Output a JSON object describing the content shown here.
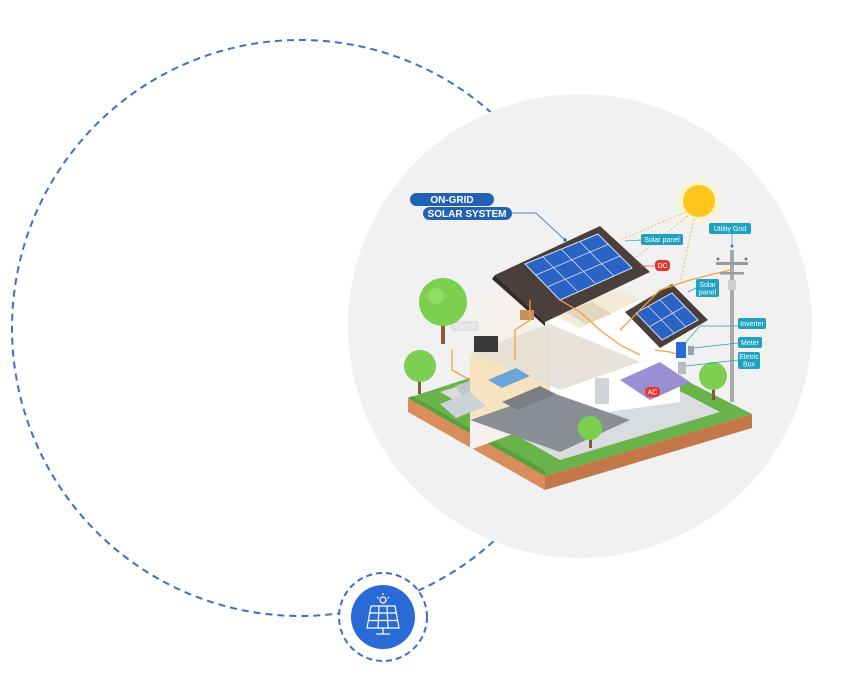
{
  "title": {
    "line1": "ON-GRID",
    "line2": "SOLAR SYSTEM"
  },
  "labels": {
    "solar_panel_main": "Solar panel",
    "dc": "DC",
    "solar_panel_small_1": "Solar",
    "solar_panel_small_2": "panel",
    "utility_grid": "Utility Grid",
    "inverter": "Inverter",
    "meter": "Meter",
    "electric_box_1": "Eletric",
    "electric_box_2": "Box",
    "ac": "AC"
  },
  "icons": {
    "bottom_badge": "solar-panel-icon"
  },
  "colors": {
    "accent_blue": "#2a6ad6",
    "dashed_ring": "#3b70c9",
    "label_teal": "#1fa2c0",
    "title_blue": "#2262b4",
    "dc_red": "#e03a2f",
    "backdrop_gray": "#f1f1f1",
    "sun": "#ffc51a"
  }
}
